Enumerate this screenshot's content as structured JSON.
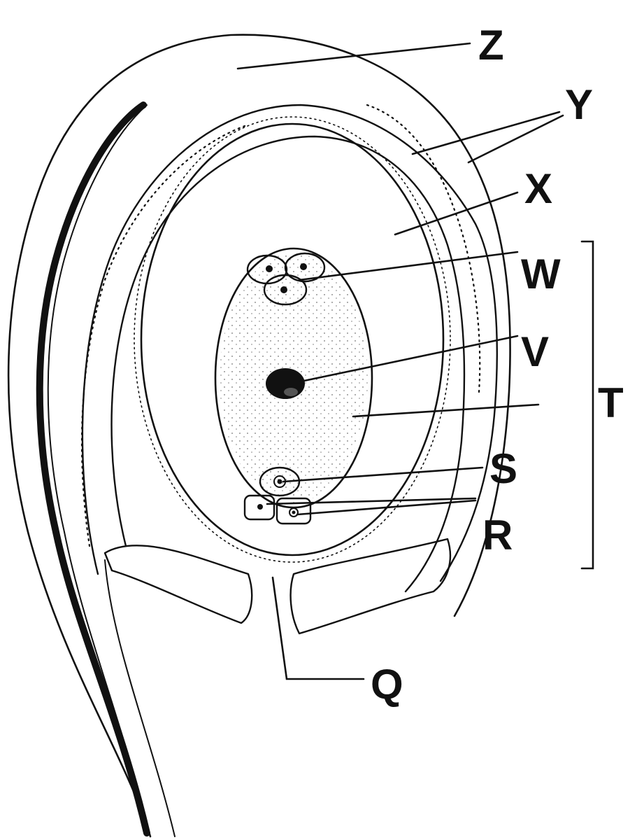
{
  "diagram": {
    "labels": {
      "z": "Z",
      "y": "Y",
      "x": "X",
      "w": "W",
      "v": "V",
      "t": "T",
      "s": "S",
      "r": "R",
      "q": "Q"
    }
  }
}
